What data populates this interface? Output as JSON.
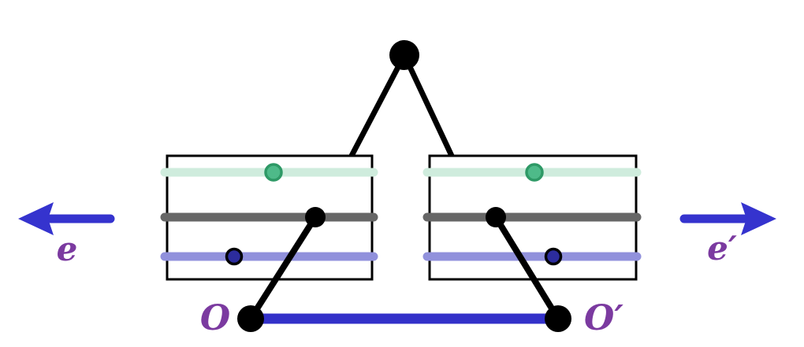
{
  "diagram": {
    "description": "pendulum-light-cone-diagram",
    "labels": {
      "origin_left": "O",
      "origin_right": "O′",
      "frame_left": "e",
      "frame_right": "e′"
    },
    "colors": {
      "black": "#000000",
      "white": "#ffffff",
      "arrow_blue": "#3533CE",
      "baseline_blue": "#3331C9",
      "label_purple": "#7B3AA0",
      "bar_teal": "#CFECDD",
      "bar_gray": "#666666",
      "bar_periwinkle": "#9191DC",
      "dot_green_fill": "#4EBA89",
      "dot_green_stroke": "#2E9966",
      "dot_navy_fill": "#2C2C9D"
    }
  }
}
